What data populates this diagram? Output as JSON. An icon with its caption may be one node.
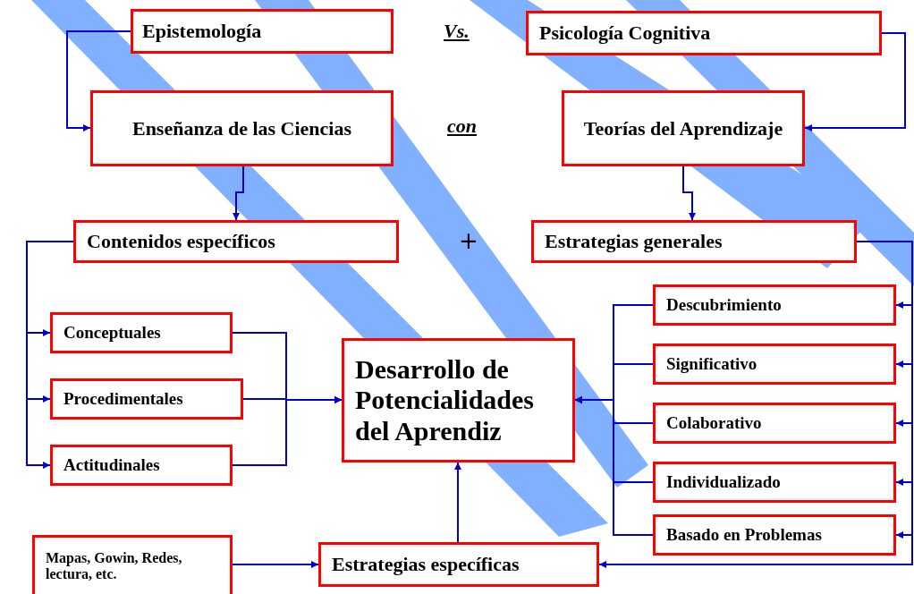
{
  "diagram": {
    "nodes": [
      {
        "text": [
          "Epistemología"
        ]
      },
      {
        "text": [
          "Psicología Cognitiva"
        ]
      },
      {
        "text": [
          "Enseñanza de las Ciencias"
        ]
      },
      {
        "text": [
          "Teorías del Aprendizaje"
        ]
      },
      {
        "text": [
          "Contenidos específicos"
        ]
      },
      {
        "text": [
          "Estrategias  generales"
        ]
      },
      {
        "text": [
          "Conceptuales"
        ]
      },
      {
        "text": [
          "Procedimentales"
        ]
      },
      {
        "text": [
          "Actitudinales"
        ]
      },
      {
        "text": [
          "Desarrollo de Potencialidades del Aprendiz"
        ]
      },
      {
        "text": [
          "Descubrimiento"
        ]
      },
      {
        "text": [
          "Significativo"
        ]
      },
      {
        "text": [
          "Colaborativo"
        ]
      },
      {
        "text": [
          "Individualizado"
        ]
      },
      {
        "text": [
          "Basado en Problemas"
        ]
      },
      {
        "text": [
          "Mapas, Gowin, Redes, lectura, etc."
        ]
      },
      {
        "text": [
          "Estrategias  específicas"
        ]
      }
    ],
    "edges": [
      {
        "from": 0,
        "to": 2,
        "arrow": "to"
      },
      {
        "from": 1,
        "to": 3,
        "arrow": "to"
      },
      {
        "from": 2,
        "to": 4,
        "arrow": "to"
      },
      {
        "from": 3,
        "to": 5,
        "arrow": "to"
      },
      {
        "from": 4,
        "to": 6,
        "arrow": "to"
      },
      {
        "from": 4,
        "to": 7,
        "arrow": "to"
      },
      {
        "from": 4,
        "to": 8,
        "arrow": "to"
      },
      {
        "from": 6,
        "to": 9,
        "arrow": "to"
      },
      {
        "from": 7,
        "to": 9,
        "arrow": "to"
      },
      {
        "from": 8,
        "to": 9,
        "arrow": "to"
      },
      {
        "from": 10,
        "to": 9,
        "arrow": "to"
      },
      {
        "from": 11,
        "to": 9,
        "arrow": "to"
      },
      {
        "from": 12,
        "to": 9,
        "arrow": "to"
      },
      {
        "from": 13,
        "to": 9,
        "arrow": "to"
      },
      {
        "from": 14,
        "to": 9,
        "arrow": "to"
      },
      {
        "from": 15,
        "to": 16,
        "arrow": "to"
      },
      {
        "from": 16,
        "to": 9,
        "arrow": "to"
      },
      {
        "from": 5,
        "to": 10,
        "arrow": "to"
      },
      {
        "from": 5,
        "to": 11,
        "arrow": "to"
      },
      {
        "from": 5,
        "to": 12,
        "arrow": "to"
      },
      {
        "from": 5,
        "to": 13,
        "arrow": "to"
      },
      {
        "from": 5,
        "to": 14,
        "arrow": "to"
      },
      {
        "from": 5,
        "to": 16,
        "arrow": "to"
      }
    ],
    "labels": [
      "Vs.",
      "con",
      "+"
    ]
  }
}
